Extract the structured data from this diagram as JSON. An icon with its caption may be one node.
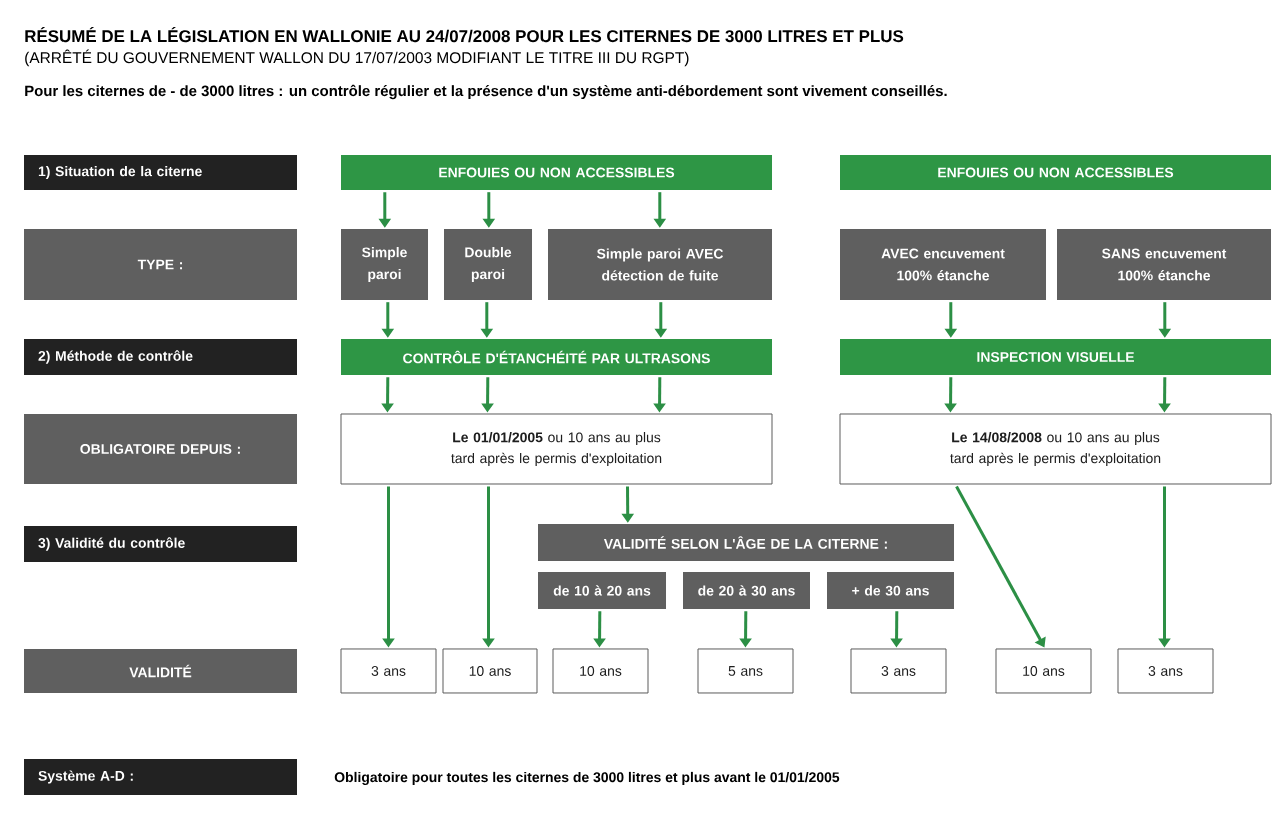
{
  "diagram": {
    "title": "RÉSUMÉ DE LA LÉGISLATION EN WALLONIE AU 24/07/2008 POUR LES CITERNES DE 3000 LITRES ET PLUS",
    "nodes": [
      {
        "text": [
          "1) Situation de la citerne"
        ]
      },
      {
        "text": [
          "ENFOUIES OU NON ACCESSIBLES"
        ]
      },
      {
        "text": [
          "ENFOUIES OU NON ACCESSIBLES"
        ]
      },
      {
        "text": [
          "TYPE :"
        ]
      },
      {
        "text": [
          "Simple paroi"
        ]
      },
      {
        "text": [
          "Double paroi"
        ]
      },
      {
        "text": [
          "Simple paroi AVEC détection de fuite"
        ]
      },
      {
        "text": [
          "AVEC encuvement 100% étanche"
        ]
      },
      {
        "text": [
          "SANS encuvement 100% étanche"
        ]
      },
      {
        "text": [
          "2) Méthode de contrôle"
        ]
      },
      {
        "text": [
          "CONTRÔLE D'ÉTANCHÉITÉ PAR ULTRASONS"
        ]
      },
      {
        "text": [
          "INSPECTION VISUELLE"
        ]
      },
      {
        "text": [
          "OBLIGATOIRE DEPUIS :"
        ]
      },
      {
        "text": [
          "**Le 01/01/2005** ou 10 ans au plus tard après le permis d'exploitation"
        ]
      },
      {
        "text": [
          "**Le 14/08/2008** ou 10 ans au plus tard après le permis d'exploitation"
        ]
      },
      {
        "text": [
          "3) Validité du contrôle"
        ]
      },
      {
        "text": [
          "VALIDITÉ SELON L'ÂGE DE LA CITERNE :"
        ]
      },
      {
        "text": [
          "de 10 à 20 ans"
        ]
      },
      {
        "text": [
          "de 20 à 30 ans"
        ]
      },
      {
        "text": [
          "+ de 30 ans"
        ]
      },
      {
        "text": [
          "VALIDITÉ"
        ]
      },
      {
        "text": [
          "3 ans"
        ]
      },
      {
        "text": [
          "10 ans"
        ]
      },
      {
        "text": [
          "10 ans"
        ]
      },
      {
        "text": [
          "5 ans"
        ]
      },
      {
        "text": [
          "3 ans"
        ]
      },
      {
        "text": [
          "10 ans"
        ]
      },
      {
        "text": [
          "3 ans"
        ]
      },
      {
        "text": [
          "Système A-D :"
        ]
      }
    ],
    "edges": [
      {
        "from": 1,
        "to": 4,
        "arrow": "to"
      },
      {
        "from": 1,
        "to": 5,
        "arrow": "to"
      },
      {
        "from": 1,
        "to": 6,
        "arrow": "to"
      },
      {
        "from": 4,
        "to": 10,
        "arrow": "to"
      },
      {
        "from": 5,
        "to": 10,
        "arrow": "to"
      },
      {
        "from": 6,
        "to": 10,
        "arrow": "to"
      },
      {
        "from": 7,
        "to": 11,
        "arrow": "to"
      },
      {
        "from": 8,
        "to": 11,
        "arrow": "to"
      },
      {
        "from": 10,
        "to": 13,
        "arrow": "to"
      },
      {
        "from": 10,
        "to": 13,
        "arrow": "to"
      },
      {
        "from": 10,
        "to": 13,
        "arrow": "to"
      },
      {
        "from": 11,
        "to": 14,
        "arrow": "to"
      },
      {
        "from": 11,
        "to": 14,
        "arrow": "to"
      },
      {
        "from": 13,
        "to": 21,
        "arrow": "to"
      },
      {
        "from": 13,
        "to": 22,
        "arrow": "to"
      },
      {
        "from": 13,
        "to": 16,
        "arrow": "to"
      },
      {
        "from": 17,
        "to": 23,
        "arrow": "to"
      },
      {
        "from": 18,
        "to": 24,
        "arrow": "to"
      },
      {
        "from": 19,
        "to": 25,
        "arrow": "to"
      },
      {
        "from": 14,
        "to": 26,
        "arrow": "to"
      },
      {
        "from": 14,
        "to": 27,
        "arrow": "to"
      }
    ],
    "labels": [
      "(ARRÊTÉ DU GOUVERNEMENT WALLON DU 17/07/2003 MODIFIANT LE TITRE III DU RGPT)",
      "Pour les citernes de - de 3000 litres : un contrôle régulier et la présence d'un système anti-débordement sont vivement conseillés.",
      "Obligatoire pour toutes les citernes de 3000 litres et plus avant le 01/01/2005"
    ]
  }
}
